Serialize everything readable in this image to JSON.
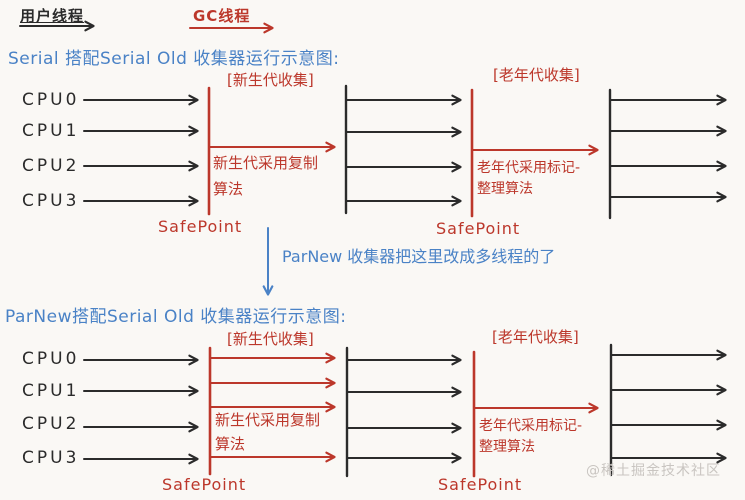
{
  "colors": {
    "ink": "#2b2b2b",
    "red": "#bc372b",
    "blue": "#4a82c6",
    "watermark_gray": "#c9c5c1",
    "background": "#faf8f5"
  },
  "header": {
    "user_thread": "用户线程",
    "gc_thread": "GC线程"
  },
  "diagram1": {
    "title": "Serial 搭配Serial Old 收集器运行示意图:",
    "young_gc_tag": "[新生代收集]",
    "old_gc_tag": "[老年代收集]",
    "cpu_labels": [
      "CPU0",
      "CPU1",
      "CPU2",
      "CPU3"
    ],
    "young_algo_line1": "新生代采用复制",
    "young_algo_line2": "算法",
    "old_algo_line1": "老年代采用标记-",
    "old_algo_line2": "整理算法",
    "safepoint_young": "SafePoint",
    "safepoint_old": "SafePoint"
  },
  "transition_note": "ParNew 收集器把这里改成多线程的了",
  "diagram2": {
    "title": "ParNew搭配Serial Old 收集器运行示意图:",
    "young_gc_tag": "[新生代收集]",
    "old_gc_tag": "[老年代收集]",
    "cpu_labels": [
      "CPU0",
      "CPU1",
      "CPU2",
      "CPU3"
    ],
    "young_algo_line1": "新生代采用复制",
    "young_algo_line2": "算法",
    "old_algo_line1": "老年代采用标记-",
    "old_algo_line2": "整理算法",
    "safepoint_young": "SafePoint",
    "safepoint_old": "SafePoint"
  },
  "watermark": "@稀土掘金技术社区"
}
